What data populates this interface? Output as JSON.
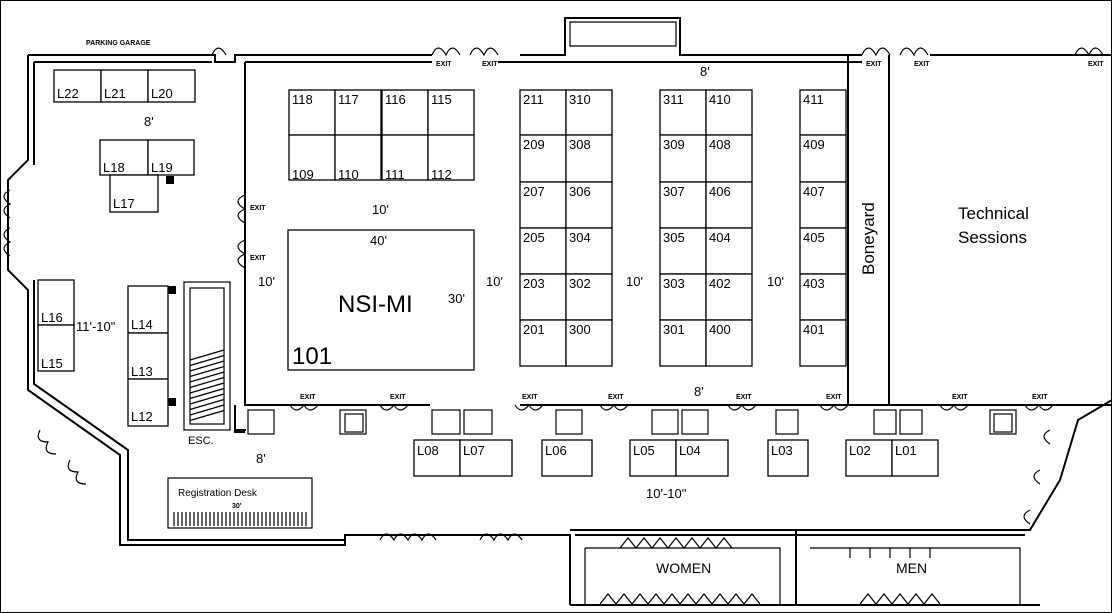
{
  "labels": {
    "parking_garage": "PARKING GARAGE",
    "exit": "EXIT",
    "nsi_mi": "NSI-MI",
    "booth_101": "101",
    "boneyard": "Boneyard",
    "technical_sessions_line1": "Technical",
    "technical_sessions_line2": "Sessions",
    "registration_desk": "Registration Desk",
    "registration_width": "30'",
    "esc": "ESC.",
    "women": "WOMEN",
    "men": "MEN"
  },
  "dimensions": {
    "top_aisle": "8'",
    "bottom_aisle": "8'",
    "lobby_top": "8'",
    "lobby_left": "11'-10\"",
    "lobby_bottom": "8'",
    "corridor": "10'-10\"",
    "nsi_aisle_top": "10'",
    "nsi_width": "40'",
    "nsi_depth": "30'",
    "nsi_left": "10'",
    "aisle_a": "10'",
    "aisle_b": "10'",
    "aisle_c": "10'"
  },
  "booths": {
    "block_100": [
      "118",
      "117",
      "116",
      "115",
      "109",
      "110",
      "111",
      "112"
    ],
    "row_1": [
      "211",
      "310",
      "209",
      "308",
      "207",
      "306",
      "205",
      "304",
      "203",
      "302",
      "201",
      "300"
    ],
    "row_2": [
      "311",
      "410",
      "309",
      "408",
      "307",
      "406",
      "305",
      "404",
      "303",
      "402",
      "301",
      "400"
    ],
    "row_3": [
      "411",
      "409",
      "407",
      "405",
      "403",
      "401"
    ],
    "lobby_top": [
      "L22",
      "L21",
      "L20",
      "L18",
      "L19",
      "L17"
    ],
    "lobby_left": [
      "L16",
      "L15",
      "L14",
      "L13",
      "L12"
    ],
    "corridor": [
      "L08",
      "L07",
      "L06",
      "L05",
      "L04",
      "L03",
      "L02",
      "L01"
    ]
  }
}
